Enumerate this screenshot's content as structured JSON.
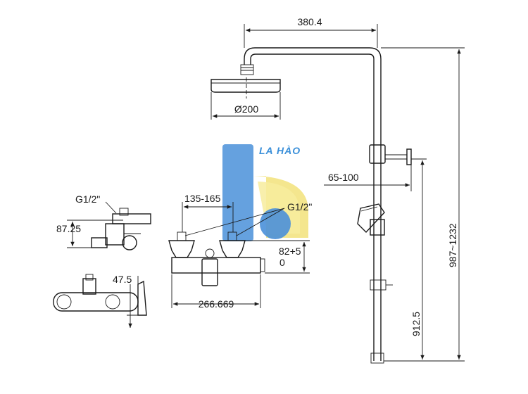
{
  "brand": {
    "name": "LA HÀO",
    "color_blue": "#4a90d9",
    "color_yellow": "#f2e27a"
  },
  "dimensions": {
    "arm_length": "380.4",
    "head_diameter": "Ø200",
    "handset_offset": "65-100",
    "total_height": "987~1232",
    "handset_height": "912.5",
    "thread_left": "G1/2\"",
    "side_height": "87.25",
    "center_spacing": "135-165",
    "thread_right": "G1/2\"",
    "adjust_top": "82+5",
    "adjust_bottom": "0",
    "body_width": "266.669",
    "outlet_offset": "47.5"
  }
}
